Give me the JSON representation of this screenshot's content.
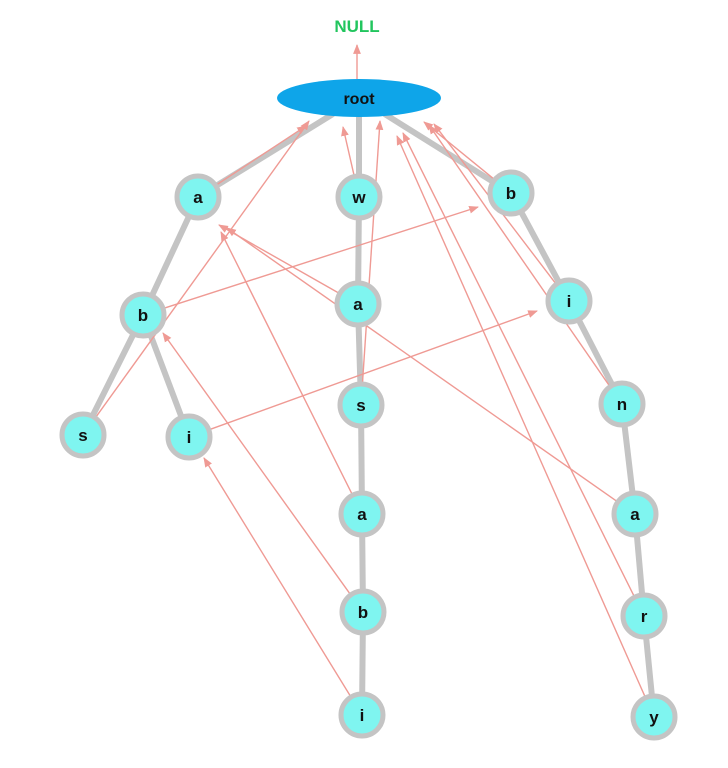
{
  "diagram": {
    "null_label": "NULL",
    "root": {
      "id": "root",
      "label": "root"
    },
    "nodes": [
      {
        "id": "a1",
        "label": "a"
      },
      {
        "id": "w",
        "label": "w"
      },
      {
        "id": "b1",
        "label": "b"
      },
      {
        "id": "b2",
        "label": "b"
      },
      {
        "id": "a2",
        "label": "a"
      },
      {
        "id": "i2",
        "label": "i"
      },
      {
        "id": "s1",
        "label": "s"
      },
      {
        "id": "i1",
        "label": "i"
      },
      {
        "id": "s2",
        "label": "s"
      },
      {
        "id": "n",
        "label": "n"
      },
      {
        "id": "a3",
        "label": "a"
      },
      {
        "id": "a4",
        "label": "a"
      },
      {
        "id": "b3",
        "label": "b"
      },
      {
        "id": "r",
        "label": "r"
      },
      {
        "id": "i3",
        "label": "i"
      },
      {
        "id": "y",
        "label": "y"
      }
    ],
    "tree_edges": [
      [
        "root",
        "a1"
      ],
      [
        "root",
        "w"
      ],
      [
        "root",
        "b1"
      ],
      [
        "a1",
        "b2"
      ],
      [
        "b2",
        "s1"
      ],
      [
        "b2",
        "i1"
      ],
      [
        "w",
        "a2"
      ],
      [
        "a2",
        "s2"
      ],
      [
        "s2",
        "a3"
      ],
      [
        "a3",
        "b3"
      ],
      [
        "b3",
        "i3"
      ],
      [
        "b1",
        "i2"
      ],
      [
        "i2",
        "n"
      ],
      [
        "n",
        "a4"
      ],
      [
        "a4",
        "r"
      ],
      [
        "r",
        "y"
      ]
    ],
    "fail_links": [
      [
        "a1",
        "root"
      ],
      [
        "w",
        "root"
      ],
      [
        "b1",
        "root"
      ],
      [
        "b2",
        "b1"
      ],
      [
        "s1",
        "root"
      ],
      [
        "i1",
        "i2"
      ],
      [
        "a2",
        "a1"
      ],
      [
        "s2",
        "root"
      ],
      [
        "a3",
        "a1"
      ],
      [
        "b3",
        "b2"
      ],
      [
        "i3",
        "i1"
      ],
      [
        "i2",
        "root"
      ],
      [
        "n",
        "root"
      ],
      [
        "a4",
        "a1"
      ],
      [
        "r",
        "root"
      ],
      [
        "y",
        "root"
      ]
    ],
    "colors": {
      "node_fill": "#7ff5f0",
      "node_stroke": "#c4c4c4",
      "tree_edge": "#c4c4c4",
      "fail_link": "#ef9a94",
      "root_fill": "#0ea5e9",
      "null_text": "#22c55e",
      "text": "#111111"
    }
  }
}
